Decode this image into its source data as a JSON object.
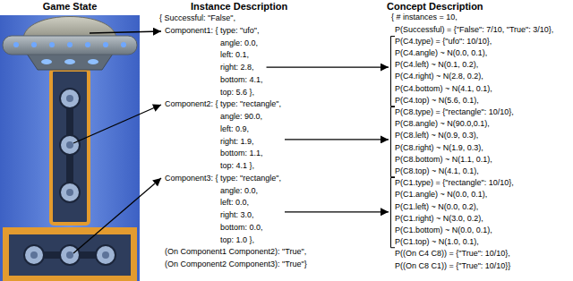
{
  "diagram": {
    "nodes": [
      {
        "text": [
          "Component1: { type: \"ufo\",",
          "angle: 0.0,",
          "left: 0.1,",
          "right: 2.8,",
          "bottom: 4.1,",
          "top: 5.6 },"
        ]
      },
      {
        "text": [
          "Component2: { type: \"rectangle\",",
          "angle: 90.0,",
          "left: 0.9,",
          "right: 1.9,",
          "bottom: 1.1,",
          "top: 4.1 },"
        ]
      },
      {
        "text": [
          "Component3: { type: \"rectangle\",",
          "angle: 0.0,",
          "left: 0.0,",
          "right: 3.0,",
          "bottom: 0.0,",
          "top: 1.0 },"
        ]
      },
      {
        "text": [
          "P(C4.type) = {\"ufo\": 10/10},",
          "P(C4.angle) ~ N(0.0, 0.1),",
          "P(C4.left) ~ N(0.1, 0.2),",
          "P(C4.right) ~ N(2.8, 0.2),",
          "P(C4.bottom) ~ N(4.1, 0.1),",
          "P(C4.top) ~ N(5.6, 0.1),"
        ]
      },
      {
        "text": [
          "P(C8.type) = {\"rectangle\": 10/10},",
          "P(C8.angle) ~ N(90.0,0.1),",
          "P(C8.left) ~ N(0.9, 0.3),",
          "P(C8.right) ~ N(1.9, 0.3),",
          "P(C8.bottom) ~ N(1.1, 0.1),",
          "P(C8.top) ~ N(4.1, 0.1),"
        ]
      },
      {
        "text": [
          "P(C1.type) = {\"rectangle\": 10/10},",
          "P(C1.angle) ~ N(0.0, 0.1),",
          "P(C1.left) ~ N(0.0, 0.2),",
          "P(C1.right) ~ N(3.0, 0.2),",
          "P(C1.bottom) ~ N(0.0, 0.1),",
          "P(C1.top) ~ N(1.0, 0.1),"
        ]
      }
    ],
    "edges": [
      {
        "from": 0,
        "to": 3,
        "arrow": "to"
      },
      {
        "from": 1,
        "to": 4,
        "arrow": "to"
      },
      {
        "from": 2,
        "to": 5,
        "arrow": "to"
      }
    ],
    "labels": [
      "Game State",
      "Instance Description",
      "Concept Description",
      "{ Successful: \"False\",",
      "(On Component1 Component2): \"True\",",
      "(On Component2 Component3): \"True\"}",
      "{ # instances = 10,",
      "P(Successful) = {\"False\": 7/10, \"True\": 3/10},",
      "P((On C4 C8)) = {\"True\": 10/10},",
      "P((On C8 C1)) = {\"True\": 10/10}}"
    ]
  }
}
